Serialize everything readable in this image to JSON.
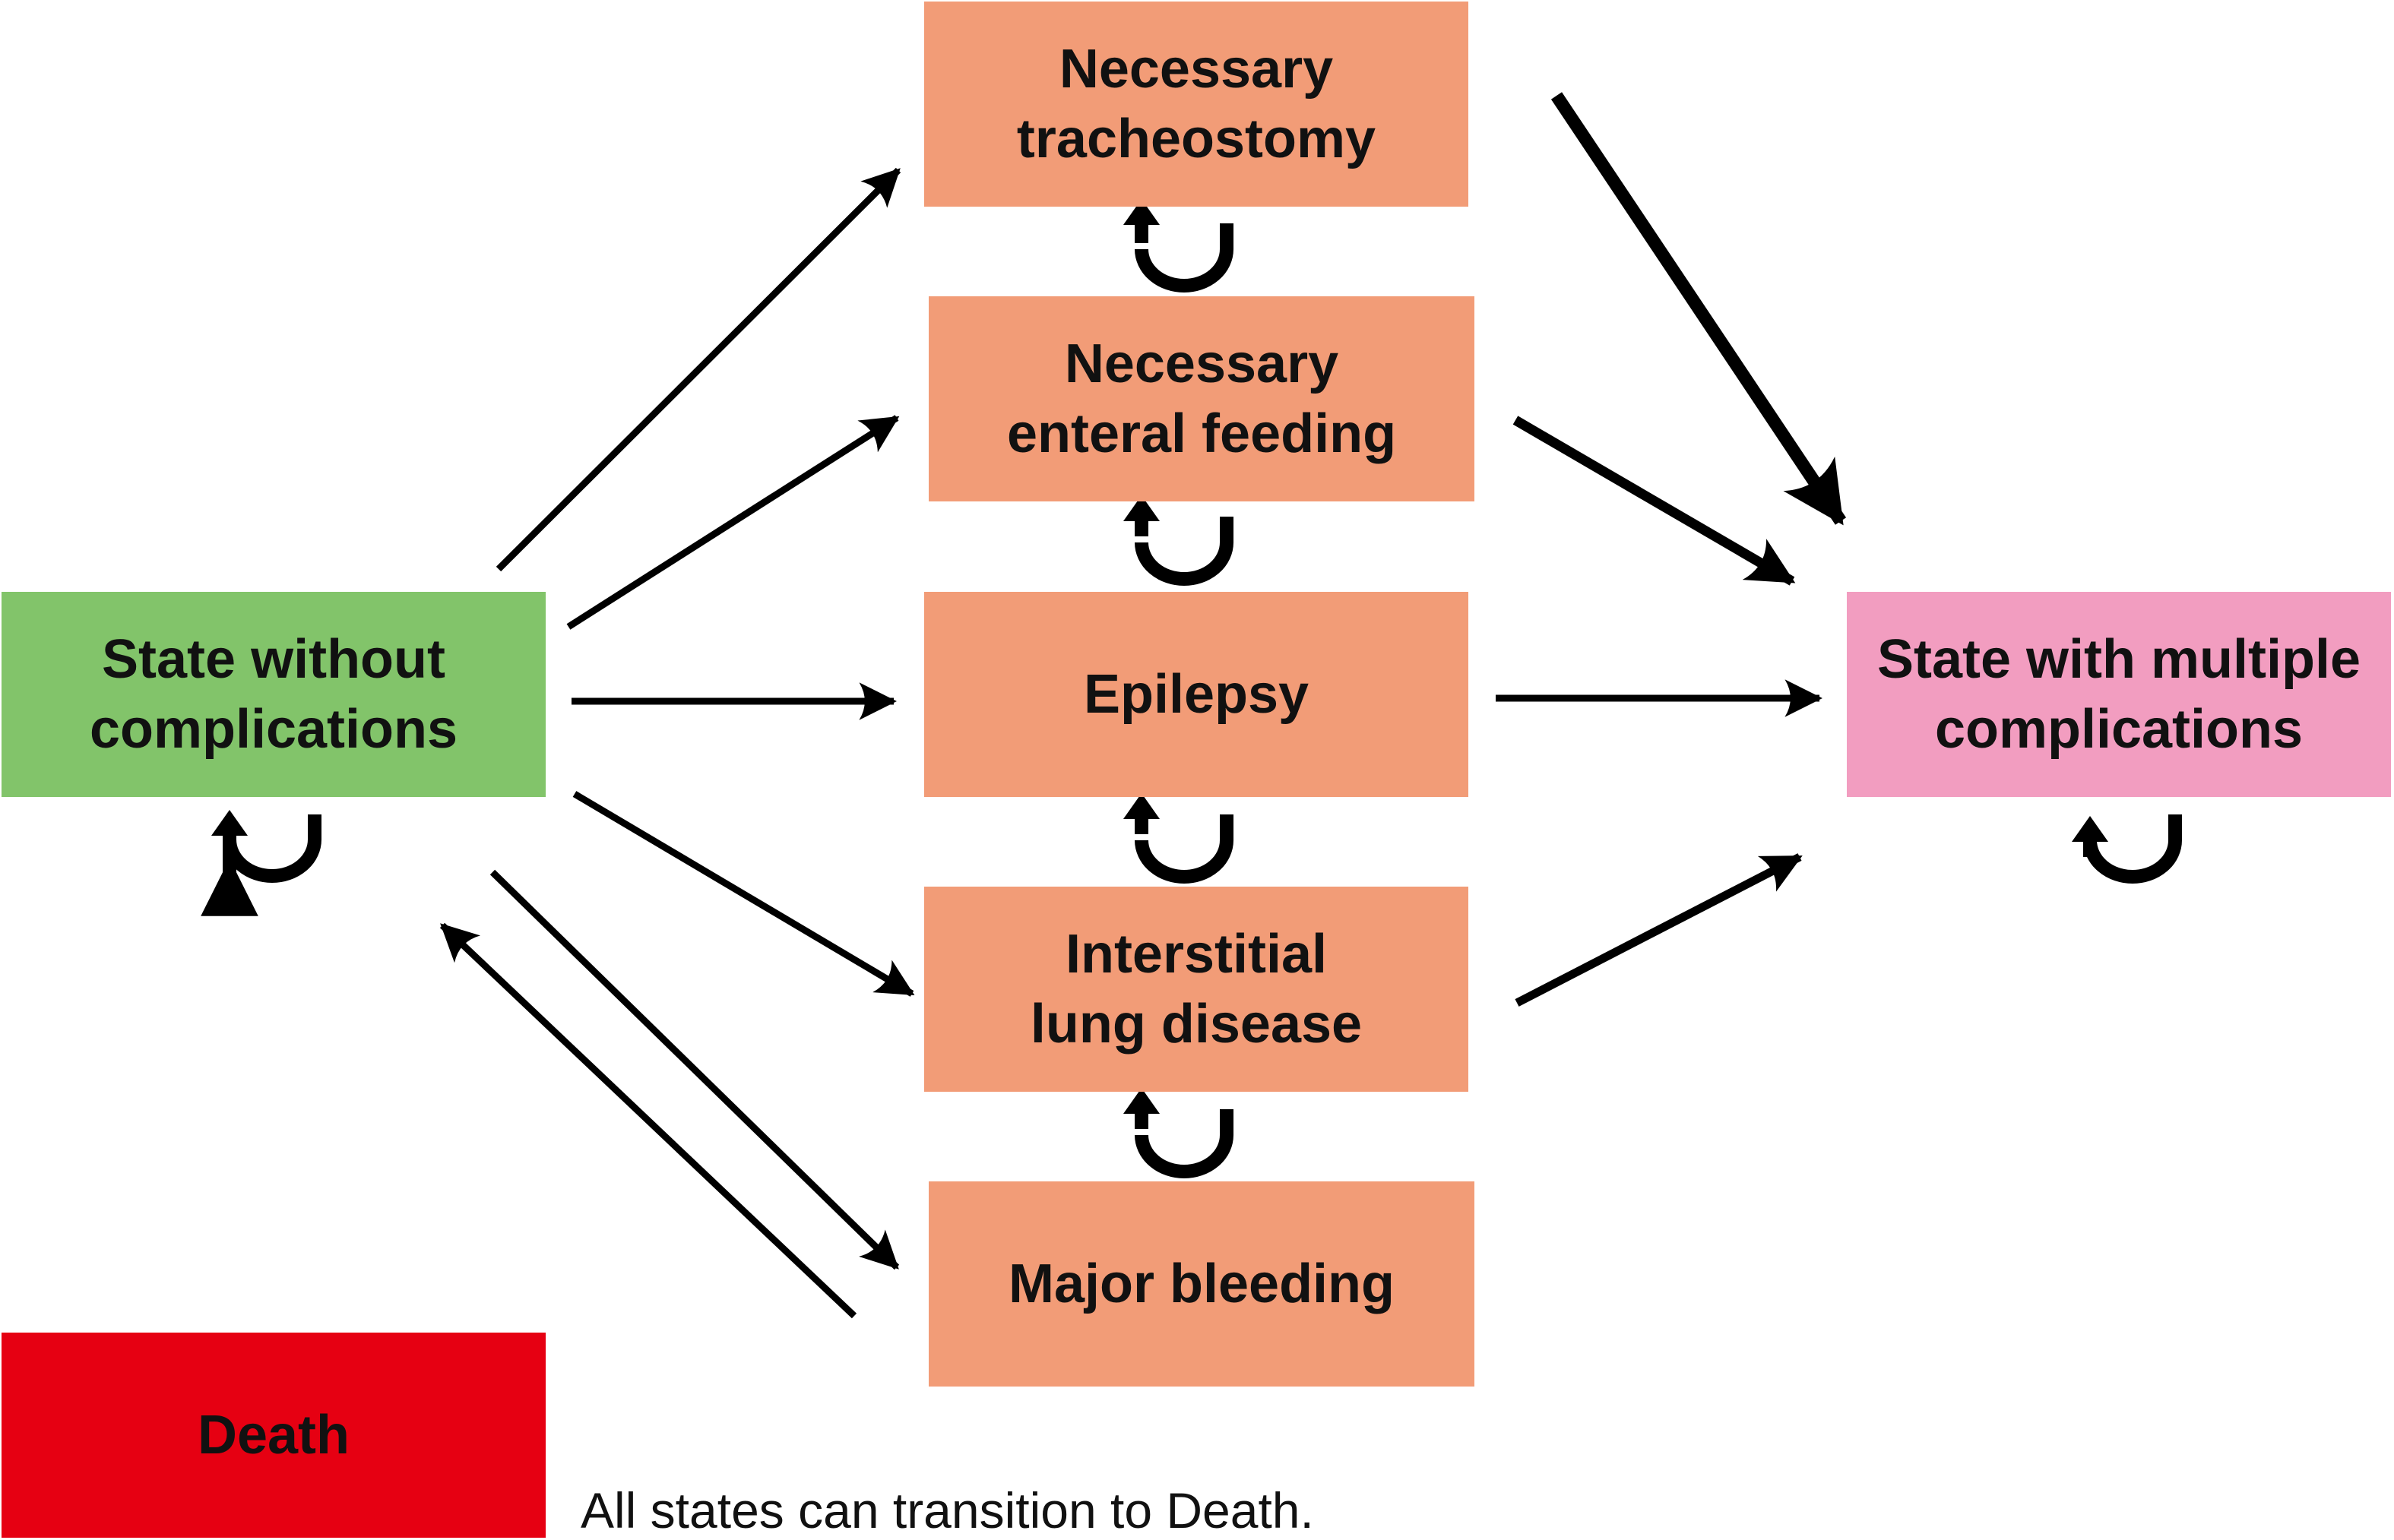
{
  "colors": {
    "start": "#82c46a",
    "complication": "#f29c77",
    "multiple": "#f29dc0",
    "death": "#e60012",
    "arrow": "#000000",
    "text": "#111111"
  },
  "nodes": {
    "start": {
      "line1": "State without",
      "line2": "complications"
    },
    "tracheostomy": {
      "line1": "Necessary",
      "line2": "tracheostomy"
    },
    "enteral": {
      "line1": "Necessary",
      "line2": "enteral feeding"
    },
    "epilepsy": {
      "line1": "Epilepsy"
    },
    "ild": {
      "line1": "Interstitial",
      "line2": "lung disease"
    },
    "bleeding": {
      "line1": "Major bleeding"
    },
    "multiple": {
      "line1": "State with multiple",
      "line2": "complications"
    },
    "death": {
      "line1": "Death"
    }
  },
  "footnote": "All states can transition to Death.",
  "transitions": [
    {
      "from": "start",
      "to": "tracheostomy"
    },
    {
      "from": "start",
      "to": "enteral"
    },
    {
      "from": "start",
      "to": "epilepsy"
    },
    {
      "from": "start",
      "to": "ild"
    },
    {
      "from": "start",
      "to": "bleeding"
    },
    {
      "from": "bleeding",
      "to": "start"
    },
    {
      "from": "tracheostomy",
      "to": "multiple"
    },
    {
      "from": "enteral",
      "to": "multiple"
    },
    {
      "from": "epilepsy",
      "to": "multiple"
    },
    {
      "from": "ild",
      "to": "multiple"
    }
  ],
  "self_loops": [
    "start",
    "tracheostomy",
    "enteral",
    "epilepsy",
    "ild",
    "multiple"
  ]
}
